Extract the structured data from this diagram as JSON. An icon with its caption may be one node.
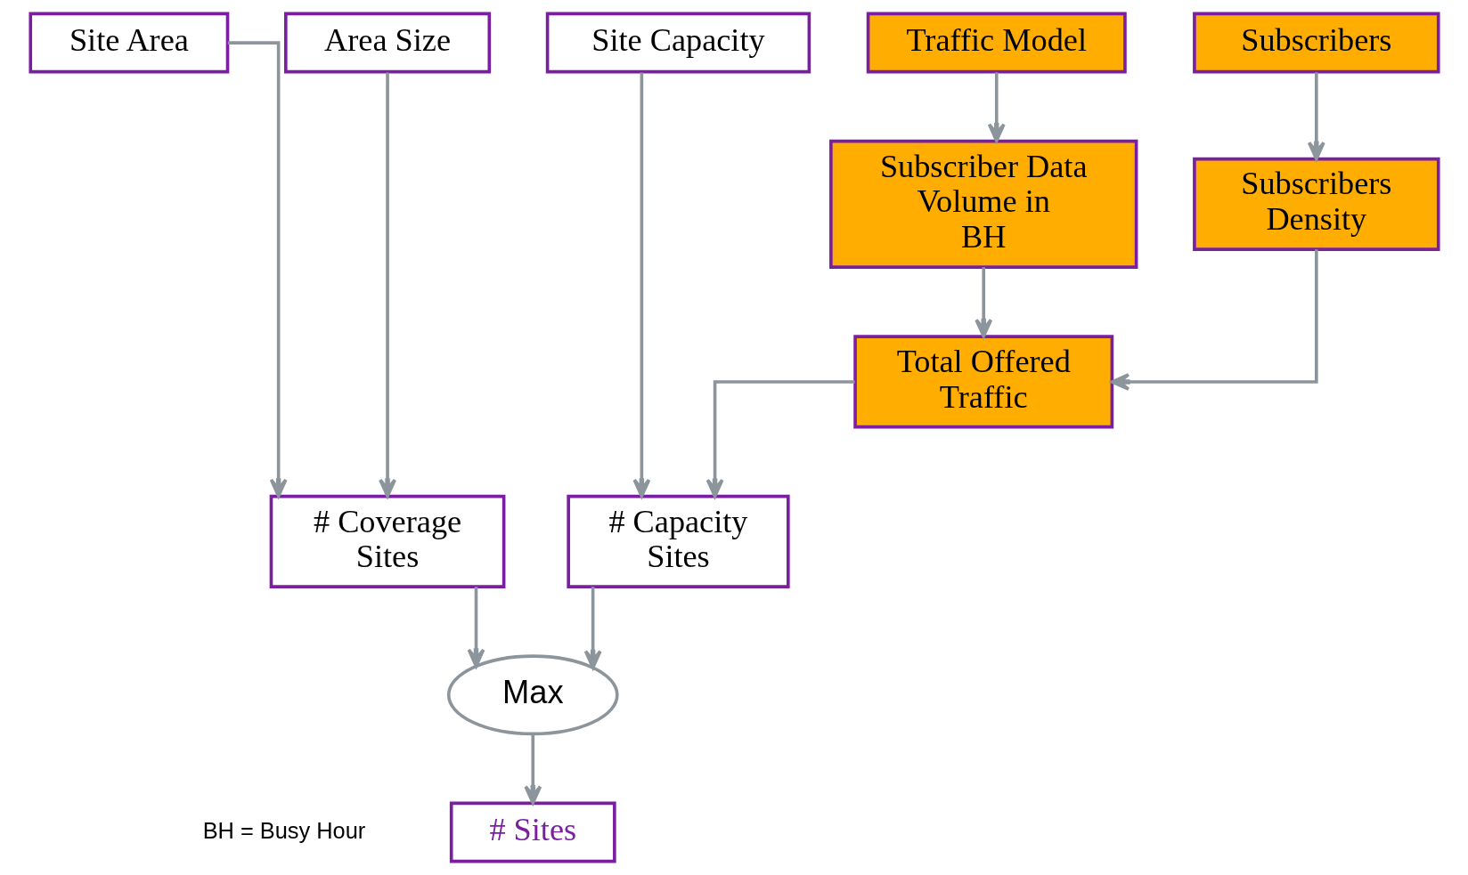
{
  "diagram": {
    "nodes": [
      {
        "text": [
          "Site Area"
        ]
      },
      {
        "text": [
          "Area Size"
        ]
      },
      {
        "text": [
          "Subscribers"
        ]
      },
      {
        "text": [
          "Traffic Model"
        ]
      },
      {
        "text": [
          "Site Capacity"
        ]
      },
      {
        "text": [
          "Subscribers Density"
        ]
      },
      {
        "text": [
          "Subscriber Data Volume in BH"
        ]
      },
      {
        "text": [
          "Total Offered Traffic"
        ]
      },
      {
        "text": [
          "# Coverage Sites"
        ]
      },
      {
        "text": [
          "# Capacity Sites"
        ]
      },
      {
        "text": [
          "Max"
        ]
      },
      {
        "text": [
          "# Sites"
        ]
      }
    ],
    "edges": [
      {
        "from": 0,
        "to": 8,
        "arrow": "to"
      },
      {
        "from": 1,
        "to": 8,
        "arrow": "to"
      },
      {
        "from": 2,
        "to": 5,
        "arrow": "to"
      },
      {
        "from": 3,
        "to": 6,
        "arrow": "to"
      },
      {
        "from": 5,
        "to": 7,
        "arrow": "to"
      },
      {
        "from": 6,
        "to": 7,
        "arrow": "to"
      },
      {
        "from": 7,
        "to": 9,
        "arrow": "to"
      },
      {
        "from": 4,
        "to": 9,
        "arrow": "to"
      },
      {
        "from": 8,
        "to": 10,
        "arrow": "to"
      },
      {
        "from": 9,
        "to": 10,
        "arrow": "to"
      },
      {
        "from": 10,
        "to": 11,
        "arrow": "to"
      }
    ],
    "labels": [
      "BH = Busy Hour"
    ]
  }
}
